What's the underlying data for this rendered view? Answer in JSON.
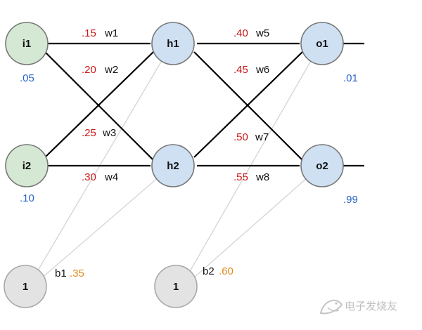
{
  "diagram": {
    "nodes": {
      "i1": {
        "label": "i1",
        "value": ".05"
      },
      "i2": {
        "label": "i2",
        "value": ".10"
      },
      "h1": {
        "label": "h1"
      },
      "h2": {
        "label": "h2"
      },
      "o1": {
        "label": "o1",
        "value": ".01"
      },
      "o2": {
        "label": "o2",
        "value": ".99"
      },
      "b1": {
        "label": "1",
        "name": "b1",
        "value": ".35"
      },
      "b2": {
        "label": "1",
        "name": "b2",
        "value": ".60"
      }
    },
    "weights": {
      "w1": {
        "name": "w1",
        "value": ".15"
      },
      "w2": {
        "name": "w2",
        "value": ".20"
      },
      "w3": {
        "name": "w3",
        "value": ".25"
      },
      "w4": {
        "name": "w4",
        "value": ".30"
      },
      "w5": {
        "name": "w5",
        "value": ".40"
      },
      "w6": {
        "name": "w6",
        "value": ".45"
      },
      "w7": {
        "name": "w7",
        "value": ".50"
      },
      "w8": {
        "name": "w8",
        "value": ".55"
      }
    },
    "colors": {
      "input_fill": "#d5e8d4",
      "neuron_fill": "#cfe0f3",
      "bias_fill": "#e3e3e3",
      "weight_value": "#c81818",
      "io_value": "#2a63c9",
      "bias_value": "#e08a1c"
    }
  },
  "watermark": {
    "text": "电子发烧友",
    "icon": "fish-logo-icon"
  }
}
